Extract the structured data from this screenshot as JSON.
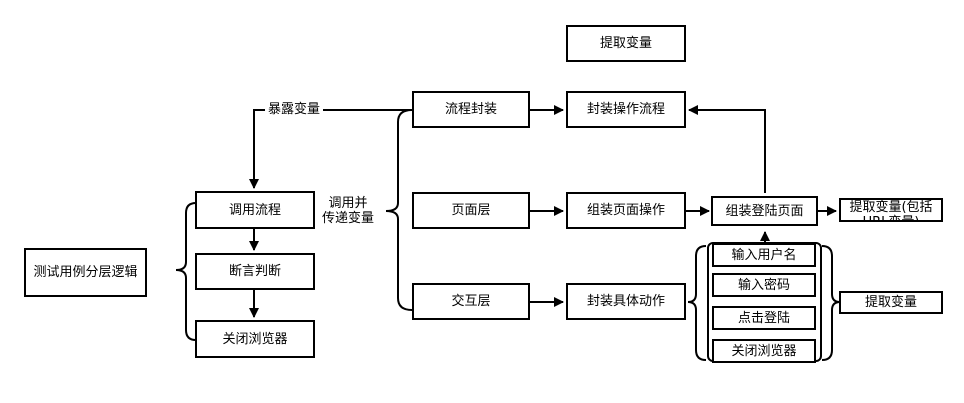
{
  "nodes": {
    "root": "测试用例分层逻辑",
    "call_flow": "调用流程",
    "assert": "断言判断",
    "close_browser": "关闭浏览器",
    "flow_encap": "流程封装",
    "page_layer": "页面层",
    "interaction_layer": "交互层",
    "extract_var_top": "提取变量",
    "encap_flow": "封装操作流程",
    "assemble_page_ops": "组装页面操作",
    "encap_actions": "封装具体动作",
    "assemble_login_page": "组装登陆页面",
    "extract_var_url": "提取变量(包括URL变量)",
    "input_username": "输入用户名",
    "input_password": "输入密码",
    "click_login": "点击登陆",
    "close_browser_2": "关闭浏览器",
    "extract_var_right": "提取变量"
  },
  "labels": {
    "expose_vars": "暴露变量",
    "call_and_pass_line1": "调用并",
    "call_and_pass_line2": "传递变量"
  }
}
